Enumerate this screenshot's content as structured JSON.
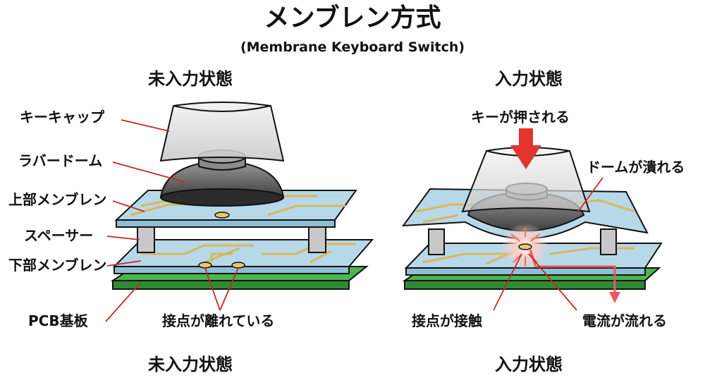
{
  "title": "メンブレン方式",
  "subtitle": "(Membrane Keyboard Switch)",
  "left": {
    "heading": "未入力状態",
    "labels": {
      "keycap": "キーキャップ",
      "rubber_dome": "ラバードーム",
      "upper_membrane": "上部メンブレン",
      "spacer": "スペーサー",
      "lower_membrane": "下部メンブレン",
      "pcb": "PCB基板",
      "contacts_separated": "接点が離れている"
    },
    "footer": "未入力状態"
  },
  "right": {
    "heading": "入力状態",
    "labels": {
      "key_pressed": "キーが押される",
      "dome_collapses": "ドームが潰れる",
      "contacts_touching": "接点が接触",
      "current_flows": "電流が流れる"
    },
    "footer": "入力状態"
  },
  "colors": {
    "membrane": "#b7d8e8",
    "pcb": "#4bb54f",
    "trace": "#d9b65a",
    "arrow": "#e3342f",
    "leader": "#c62828"
  }
}
